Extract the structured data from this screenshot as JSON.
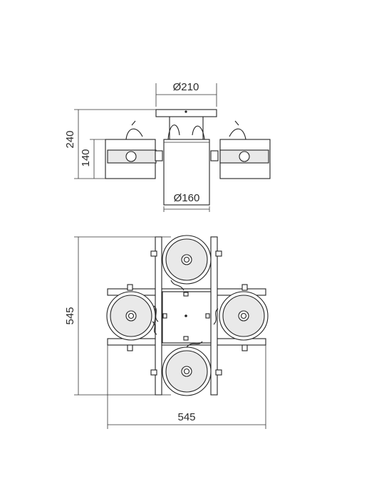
{
  "dimensions": {
    "top_diameter": "Ø210",
    "body_diameter": "Ø160",
    "total_height": "240",
    "shade_height": "140",
    "plan_depth": "545",
    "plan_width": "545"
  }
}
